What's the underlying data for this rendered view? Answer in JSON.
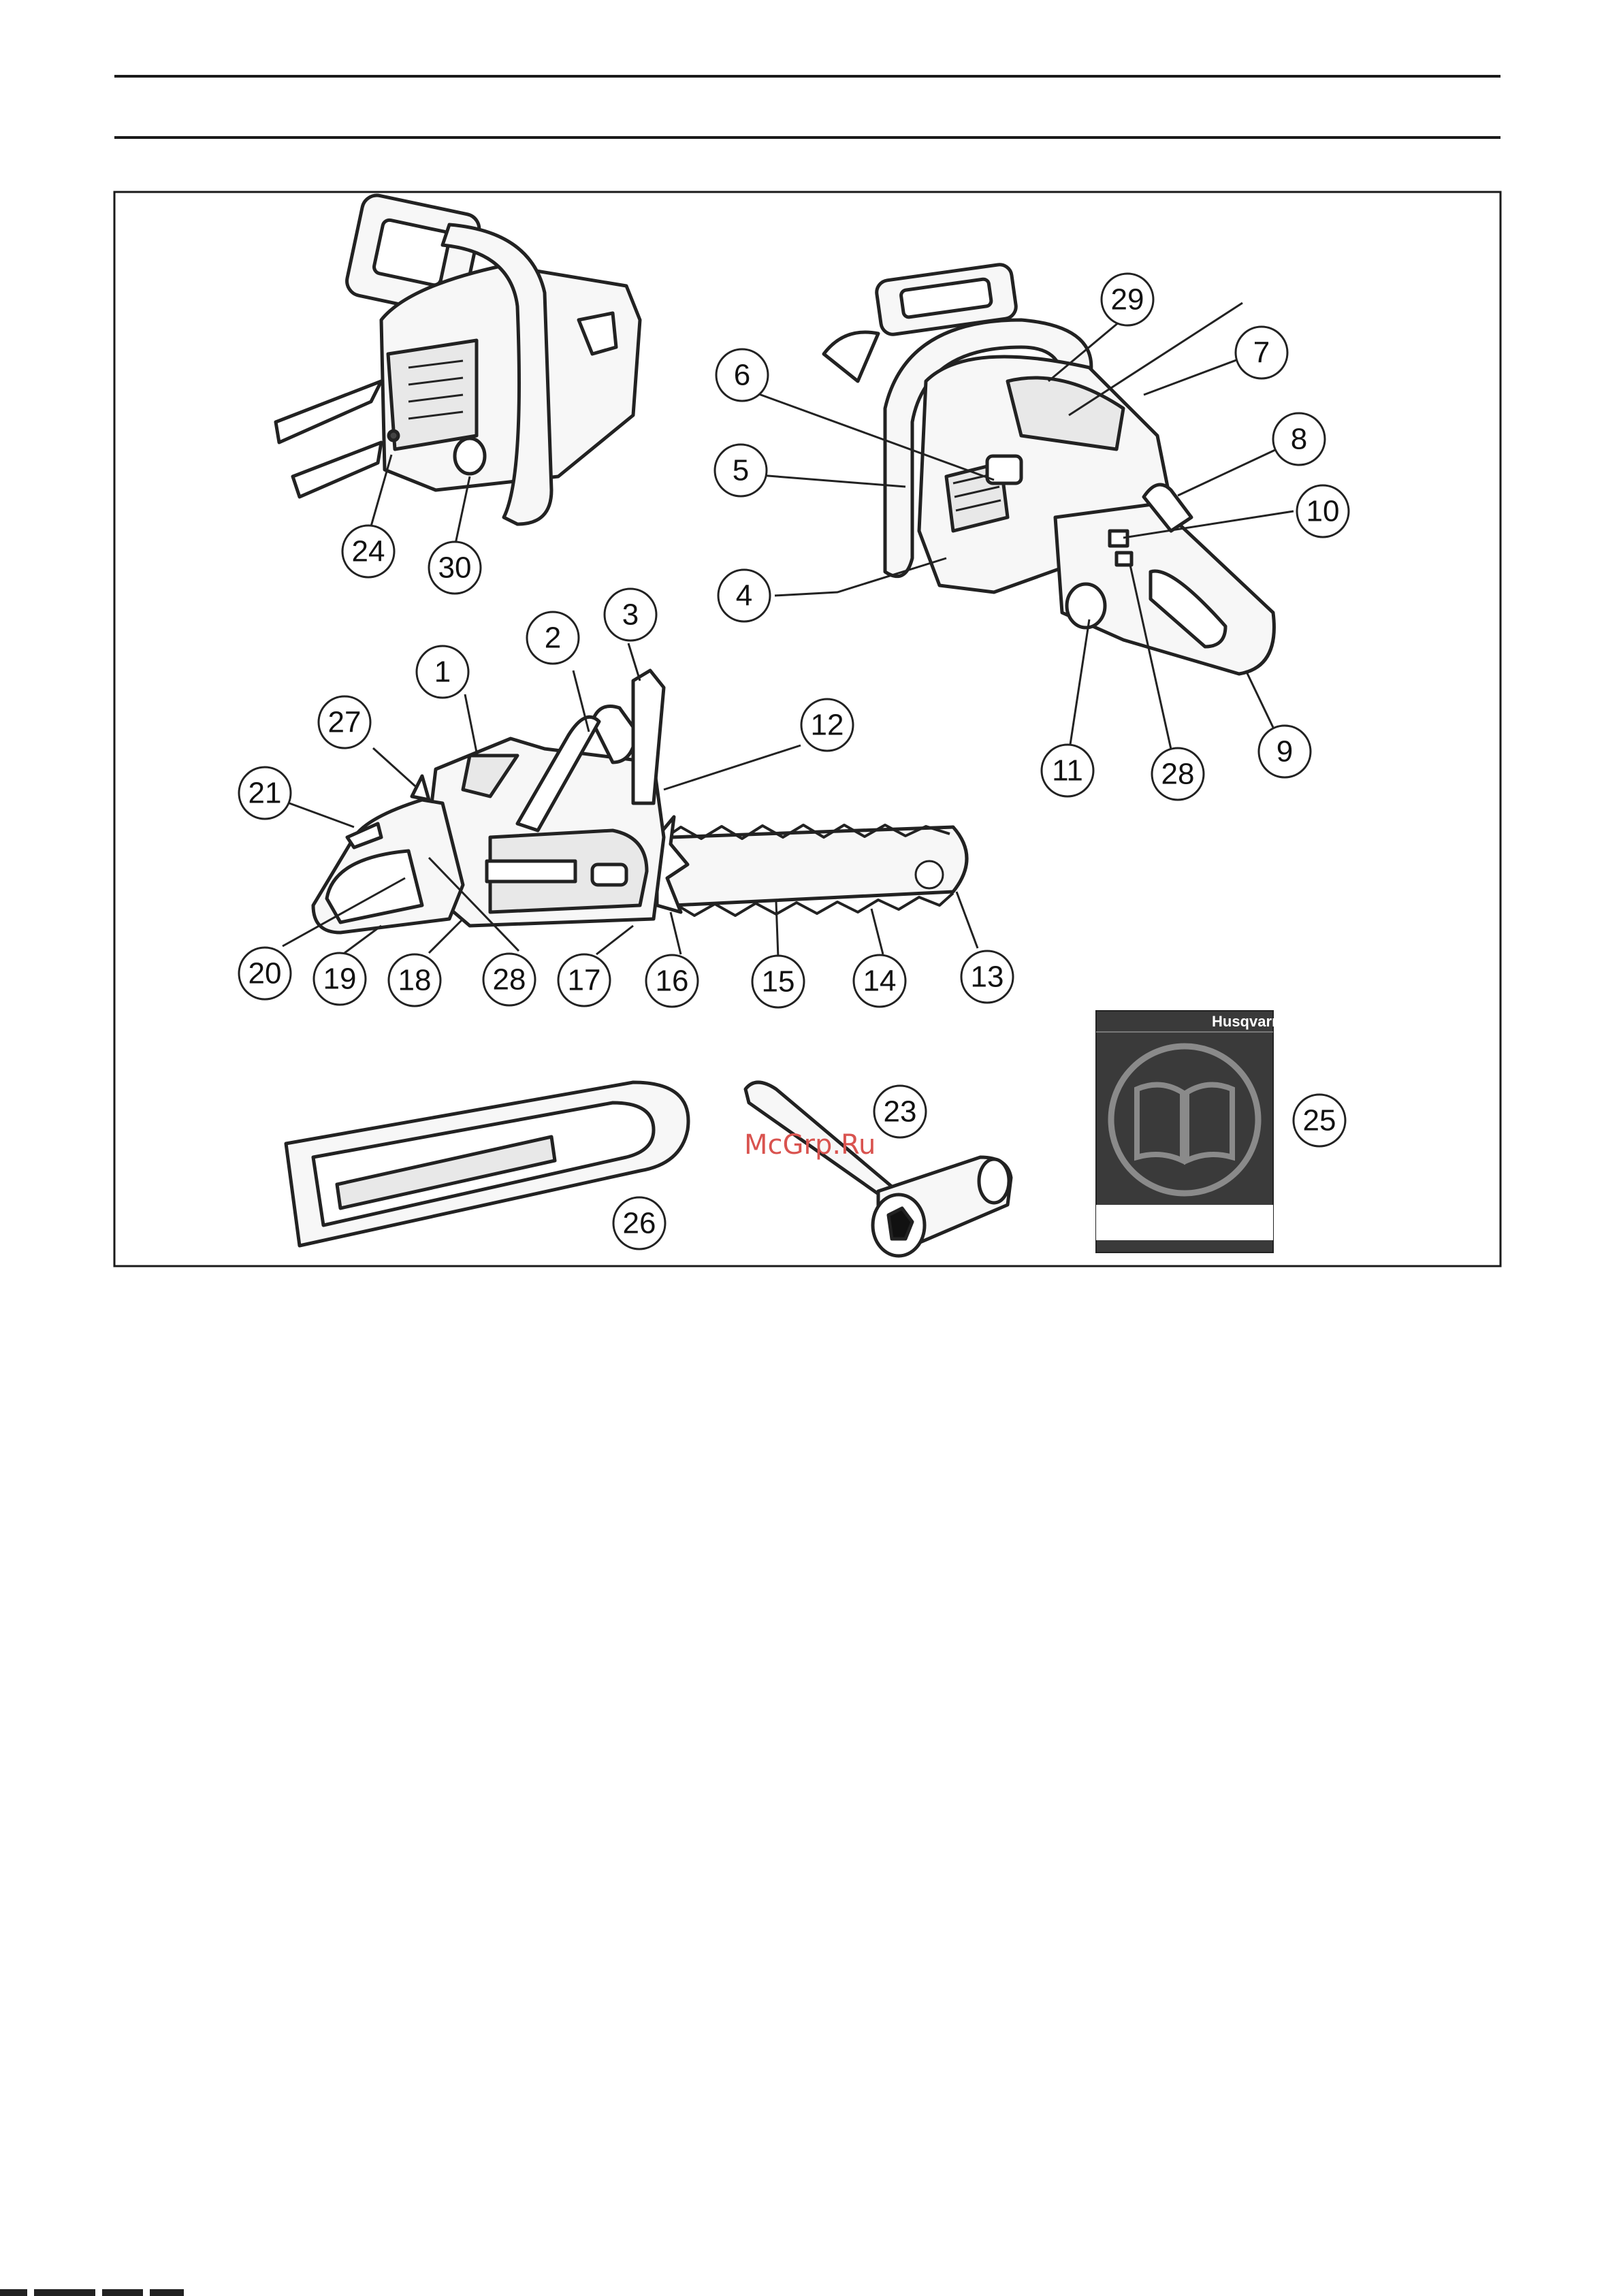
{
  "page": {
    "watermark": "McGrp.Ru",
    "manual_brand": "Husqvarna",
    "callouts": [
      "1",
      "2",
      "3",
      "4",
      "5",
      "6",
      "7",
      "8",
      "9",
      "10",
      "11",
      "12",
      "13",
      "14",
      "15",
      "16",
      "17",
      "18",
      "19",
      "20",
      "21",
      "23",
      "24",
      "25",
      "26",
      "27",
      "28",
      "29",
      "30"
    ]
  }
}
